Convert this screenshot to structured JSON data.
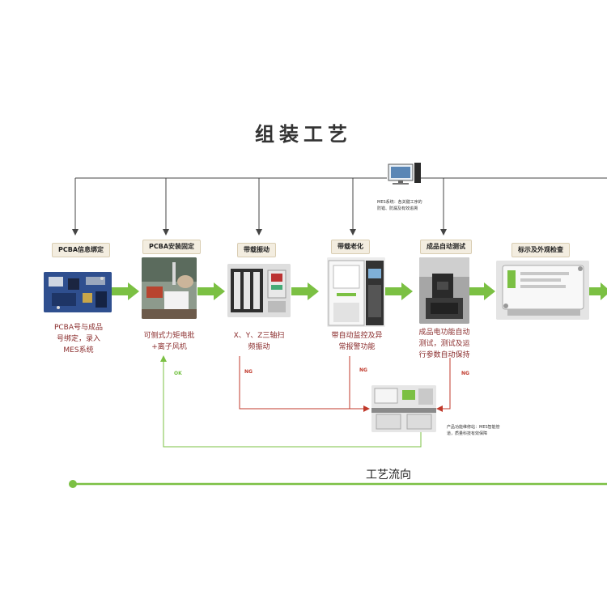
{
  "title": "组装工艺",
  "mes_note": [
    "MES系统：各关键工序的",
    "防错、防漏及有效追溯"
  ],
  "steps": [
    {
      "label": "PCBA信息绑定",
      "desc": [
        "PCBA号与成品",
        "号绑定，录入",
        "MES系统"
      ]
    },
    {
      "label": "PCBA安装固定",
      "desc": [
        "可侧式力矩电批",
        "+离子风机"
      ]
    },
    {
      "label": "带载振动",
      "desc": [
        "X、Y、Z三轴扫",
        "频振动"
      ]
    },
    {
      "label": "带载老化",
      "desc": [
        "带自动监控及异",
        "常报警功能"
      ]
    },
    {
      "label": "成品自动测试",
      "desc": [
        "成品电功能自动",
        "测试，测试及运",
        "行参数自动保持"
      ]
    },
    {
      "label": "标示及外观检查",
      "desc": []
    }
  ],
  "ng_label": "NG",
  "ok_label": "OK",
  "repair_note": [
    "产品功能维修站：MES智能管",
    "道，质量科技有效保障"
  ],
  "flow_label": "工艺流向",
  "colors": {
    "arrow": "#7bc043",
    "ng": "#c0392b",
    "line": "#444444",
    "desc": "#8a2c2c"
  }
}
